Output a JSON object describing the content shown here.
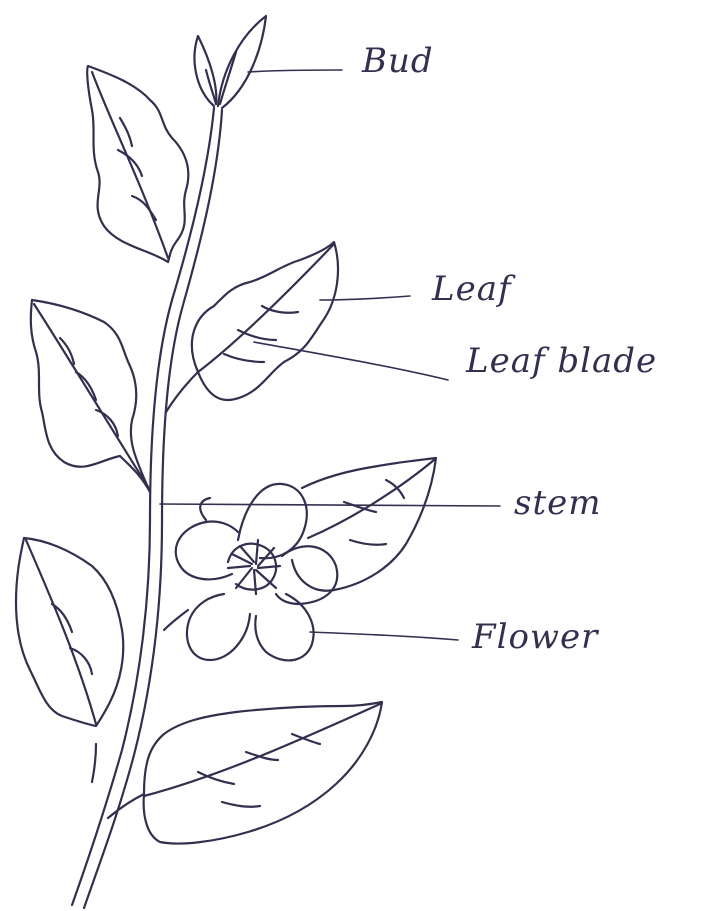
{
  "colors": {
    "ink": "#33304f",
    "paper": "#ffffff"
  },
  "labels": {
    "bud": "Bud",
    "leaf": "Leaf",
    "leaf_blade": "Leaf blade",
    "stem": "stem",
    "flower": "Flower"
  }
}
